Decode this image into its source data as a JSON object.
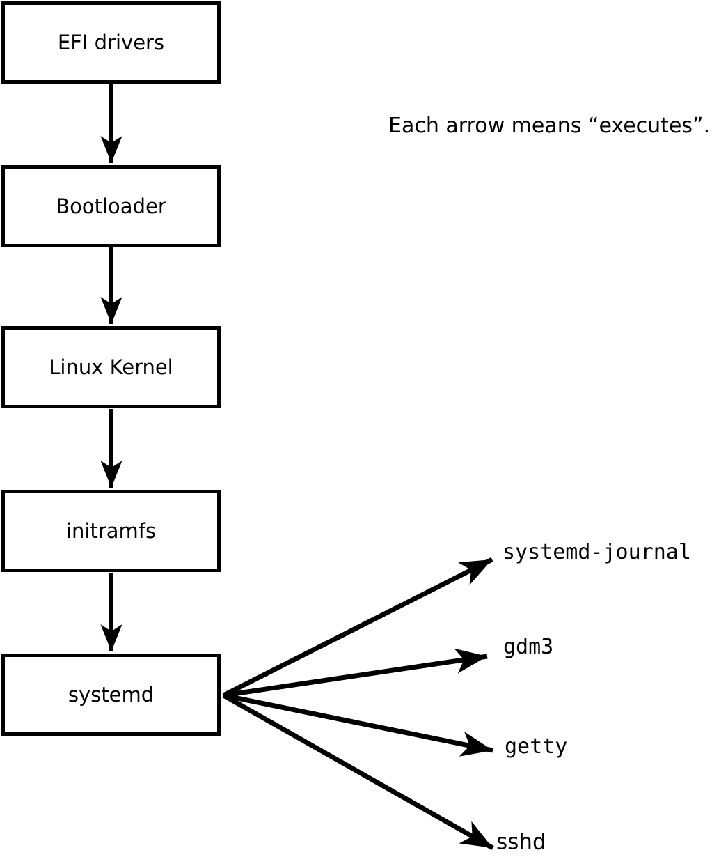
{
  "diagram": {
    "caption": "Each arrow means “executes”.",
    "edge_meaning": "executes",
    "chain": [
      {
        "label": "EFI drivers"
      },
      {
        "label": "Bootloader"
      },
      {
        "label": "Linux Kernel"
      },
      {
        "label": "initramfs"
      },
      {
        "label": "systemd"
      }
    ],
    "children": [
      {
        "label": "systemd-journal",
        "parent": "systemd"
      },
      {
        "label": "gdm3",
        "parent": "systemd"
      },
      {
        "label": "getty",
        "parent": "systemd"
      },
      {
        "label": "sshd",
        "parent": "systemd"
      }
    ],
    "colors": {
      "stroke": "#000000",
      "background": "#ffffff",
      "box_fill": "#ffffff"
    }
  }
}
